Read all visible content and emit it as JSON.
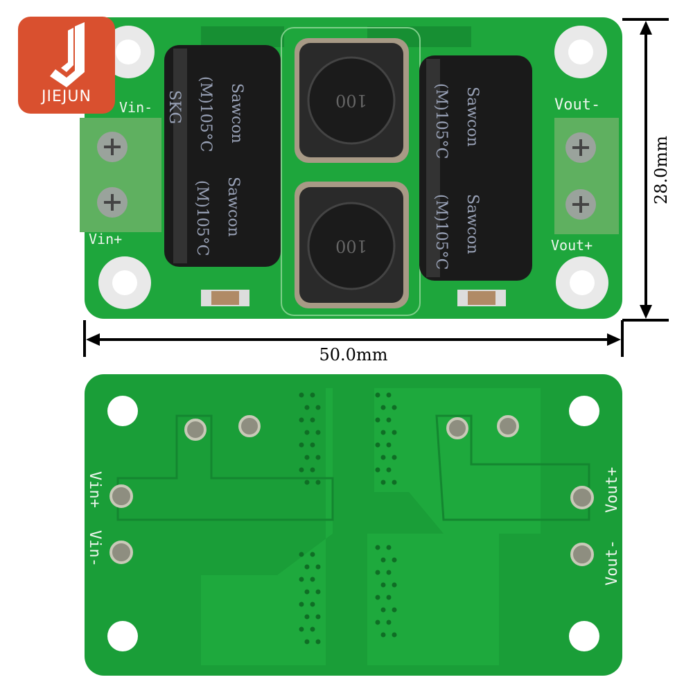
{
  "logo": {
    "text": "JIEJUN",
    "color": "#d9502f"
  },
  "dimensions": {
    "height_label": "28.0mm",
    "width_label": "50.0mm"
  },
  "top_board": {
    "labels": {
      "vin_minus": "Vin-",
      "vin_plus": "Vin+",
      "vout_minus": "Vout-",
      "vout_plus": "Vout+"
    },
    "capacitors": [
      {
        "brand": "Sawcon",
        "rating": "(M)105°C",
        "code": "SKG"
      },
      {
        "brand": "Sawcon",
        "rating": "(M)105°C"
      }
    ],
    "inductors": [
      {
        "marking": "100"
      },
      {
        "marking": "100"
      }
    ]
  },
  "bottom_board": {
    "labels": {
      "vin_plus": "Vin+",
      "vin_minus": "Vin-",
      "vout_minus": "Vout-",
      "vout_plus": "Vout+"
    }
  },
  "colors": {
    "pcb": "#1ea63c",
    "pcb_dark": "#158a2f",
    "terminal": "#5fb060",
    "capacitor": "#1a1a1a"
  }
}
